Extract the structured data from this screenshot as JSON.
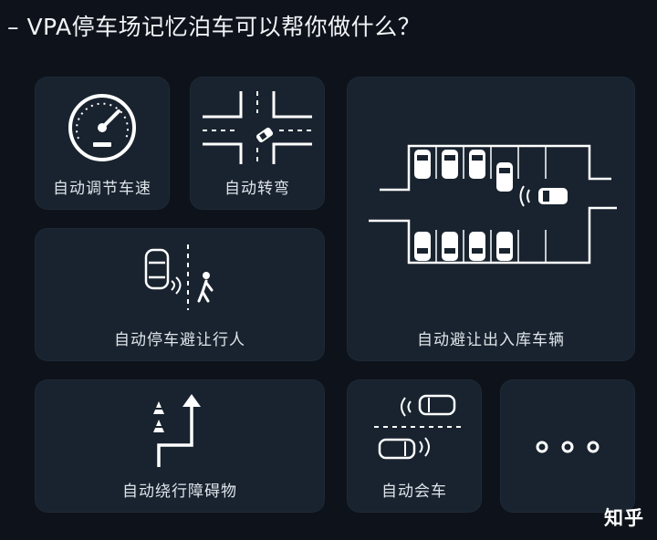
{
  "title": "– VPA停车场记忆泊车可以帮你做什么？",
  "cards": {
    "speed": "自动调节车速",
    "turn": "自动转弯",
    "pedestrian": "自动停车避让行人",
    "parking_exit": "自动避让出入库车辆",
    "obstacle": "自动绕行障碍物",
    "meet": "自动会车"
  },
  "watermark": "知乎",
  "icons": [
    "speedometer-icon",
    "intersection-icon",
    "pedestrian-icon",
    "parking-lot-icon",
    "detour-arrow-icon",
    "oncoming-car-icon",
    "more-dots-icon"
  ]
}
